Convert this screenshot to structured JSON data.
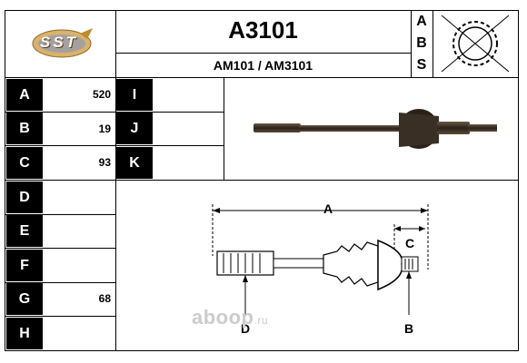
{
  "header": {
    "part_number": "A3101",
    "references": "AM101 / AM3101"
  },
  "logo_text": "SST",
  "abs_letters": [
    "A",
    "B",
    "S"
  ],
  "dimensions_left": [
    {
      "label": "A",
      "value": "520"
    },
    {
      "label": "B",
      "value": "19"
    },
    {
      "label": "C",
      "value": "93"
    },
    {
      "label": "D",
      "value": ""
    },
    {
      "label": "E",
      "value": ""
    },
    {
      "label": "F",
      "value": ""
    },
    {
      "label": "G",
      "value": "68"
    },
    {
      "label": "H",
      "value": ""
    }
  ],
  "dimensions_right": [
    {
      "label": "I",
      "value": ""
    },
    {
      "label": "J",
      "value": ""
    },
    {
      "label": "K",
      "value": ""
    }
  ],
  "diagram_labels": {
    "a": "A",
    "b": "B",
    "c": "C",
    "d": "D"
  },
  "watermark": {
    "main": "aboop",
    "suffix": ".ru"
  },
  "colors": {
    "label_bg": "#000000",
    "line": "#000000",
    "shaft": "#3a2f24"
  }
}
